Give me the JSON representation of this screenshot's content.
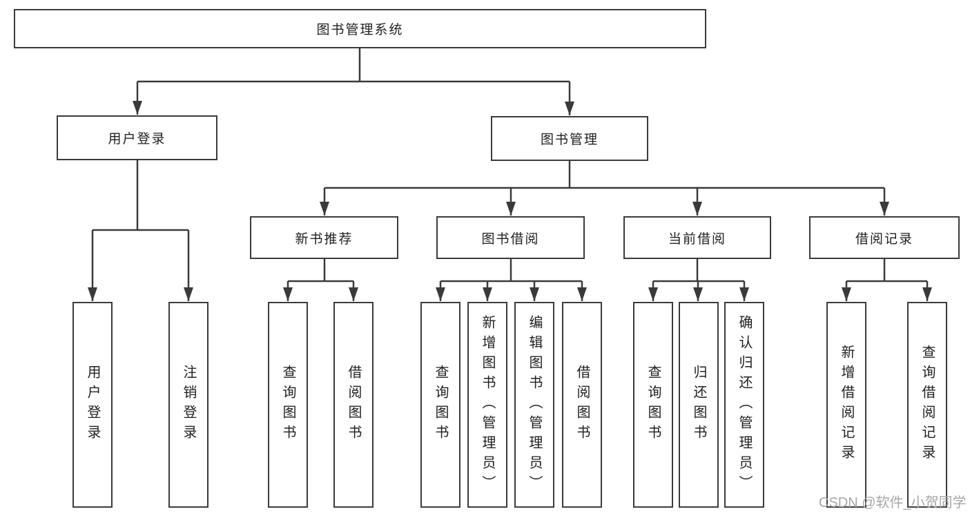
{
  "nodes": {
    "root": "图书管理系统",
    "level2": [
      "用户登录",
      "图书管理"
    ],
    "level3": [
      "新书推荐",
      "图书借阅",
      "当前借阅",
      "借阅记录"
    ],
    "leaves": [
      "用户登录",
      "注销登录",
      "查询图书",
      "借阅图书",
      "查询图书",
      "新增图书（管理员）",
      "编辑图书（管理员）",
      "借阅图书",
      "查询图书",
      "归还图书",
      "确认归还（管理员）",
      "新增借阅记录",
      "查询借阅记录"
    ]
  },
  "watermark": "CSDN @软件_小贺同学",
  "colors": {
    "line": "#3a3a3a",
    "text": "#1f1f1f",
    "box_bg": "#ffffff",
    "background": "#ffffff",
    "watermark": "#a6a6a6"
  }
}
